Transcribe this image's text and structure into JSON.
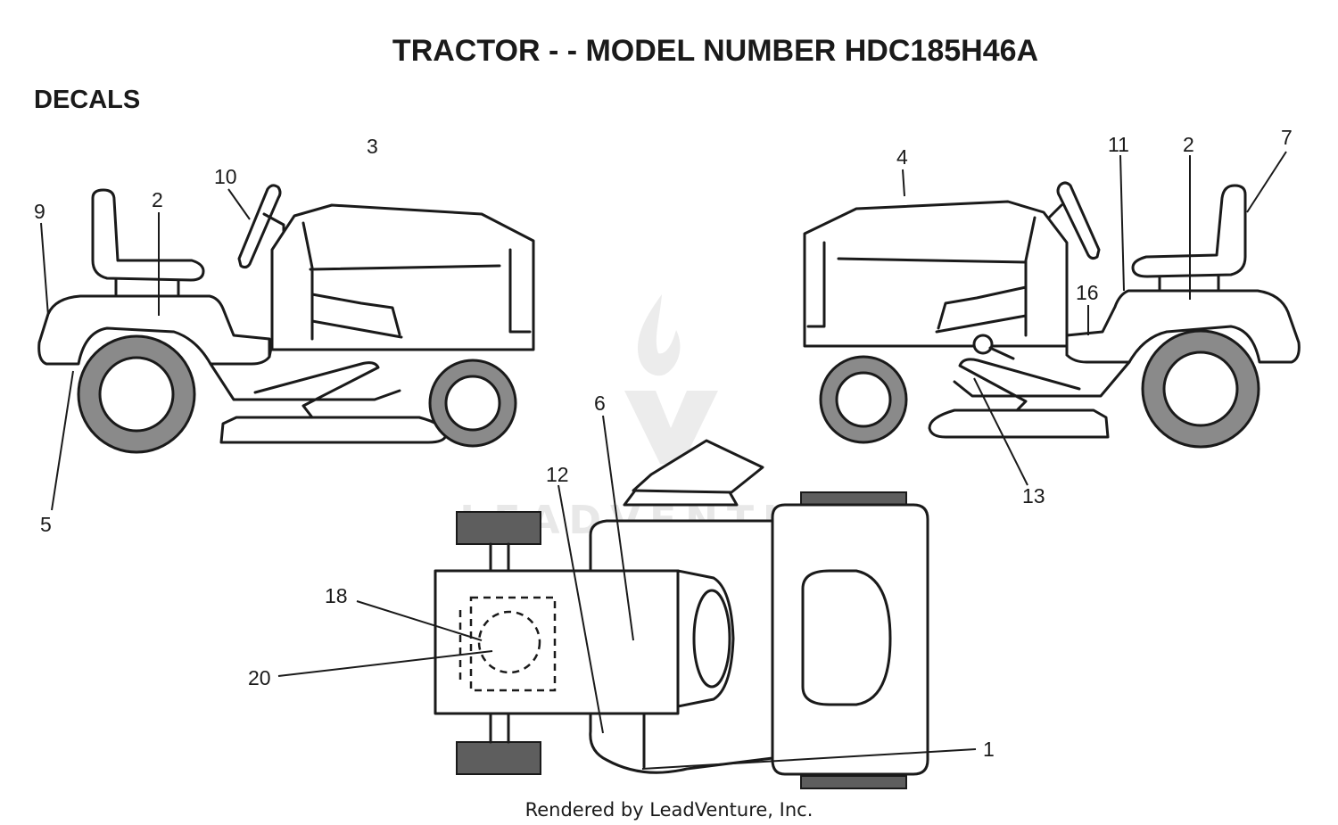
{
  "title": "TRACTOR - - MODEL NUMBER HDC185H46A",
  "section": "DECALS",
  "footer": "Rendered by LeadVenture, Inc.",
  "watermark": "LEADVENTURE",
  "colors": {
    "ink": "#1a1a1a",
    "tire": "#8a8a8a",
    "watermark": "#e8e8e8"
  },
  "callouts": {
    "c1": "1",
    "c2_left": "2",
    "c2_right": "2",
    "c3": "3",
    "c4": "4",
    "c5": "5",
    "c6": "6",
    "c7": "7",
    "c9": "9",
    "c10": "10",
    "c11": "11",
    "c12": "12",
    "c13": "13",
    "c16": "16",
    "c18": "18",
    "c20": "20"
  }
}
